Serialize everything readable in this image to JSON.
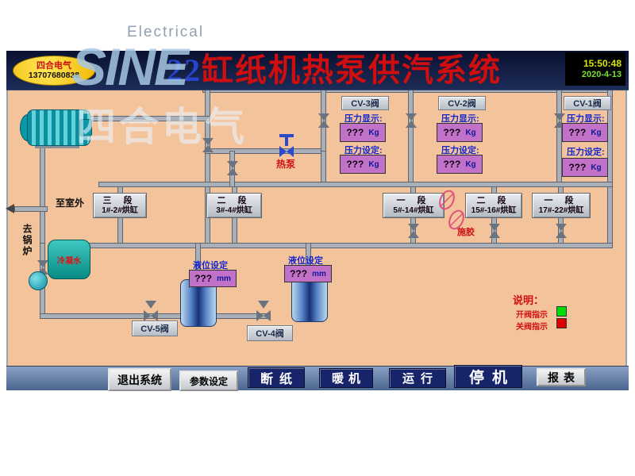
{
  "watermark": {
    "electrical": "Electrical",
    "logo": "SINE",
    "company": "四合电气"
  },
  "header": {
    "badge_company": "四合电气",
    "badge_phone": "13707680838",
    "title_num": "22",
    "title_text": "缸纸机热泵供汽系统",
    "time": "15:50:48",
    "date": "2020-4-13"
  },
  "cv_panels": [
    {
      "name": "CV-3阀",
      "display_label": "压力显示:",
      "display_value": "???",
      "display_unit": "Kg",
      "set_label": "压力设定:",
      "set_value": "???",
      "set_unit": "Kg"
    },
    {
      "name": "CV-2阀",
      "display_label": "压力显示:",
      "display_value": "???",
      "display_unit": "Kg",
      "set_label": "压力设定:",
      "set_value": "???",
      "set_unit": "Kg"
    },
    {
      "name": "CV-1阀",
      "display_label": "压力显示:",
      "display_value": "???",
      "display_unit": "Kg",
      "set_label": "压力设定:",
      "set_value": "???",
      "set_unit": "Kg"
    }
  ],
  "dryers": [
    {
      "section": "三 段",
      "range": "1#-2#烘缸"
    },
    {
      "section": "二 段",
      "range": "3#-4#烘缸"
    },
    {
      "section": "一 段",
      "range": "5#-14#烘缸"
    },
    {
      "section": "二 段",
      "range": "15#-16#烘缸"
    },
    {
      "section": "一 段",
      "range": "17#-22#烘缸"
    }
  ],
  "tanks": [
    {
      "label": "液位设定",
      "value": "???",
      "unit": "mm",
      "valve_button": "CV-5阀"
    },
    {
      "label": "液位设定",
      "value": "???",
      "unit": "mm",
      "valve_button": "CV-4阀"
    }
  ],
  "labels": {
    "heat_pump": "热泵",
    "sizing": "施胶",
    "to_outdoor": "至室外",
    "to_boiler": "去锅炉",
    "tank_text": "冷凝水"
  },
  "legend": {
    "title": "说明：",
    "open_label": "开阀指示",
    "open_color": "#00dd00",
    "close_label": "关阀指示",
    "close_color": "#dd0000"
  },
  "toolbar": [
    {
      "label": "退出系统"
    },
    {
      "label": "参数设定"
    },
    {
      "label": "断纸"
    },
    {
      "label": "暖机"
    },
    {
      "label": "运行"
    },
    {
      "label": "停机"
    },
    {
      "label": "报表"
    }
  ]
}
